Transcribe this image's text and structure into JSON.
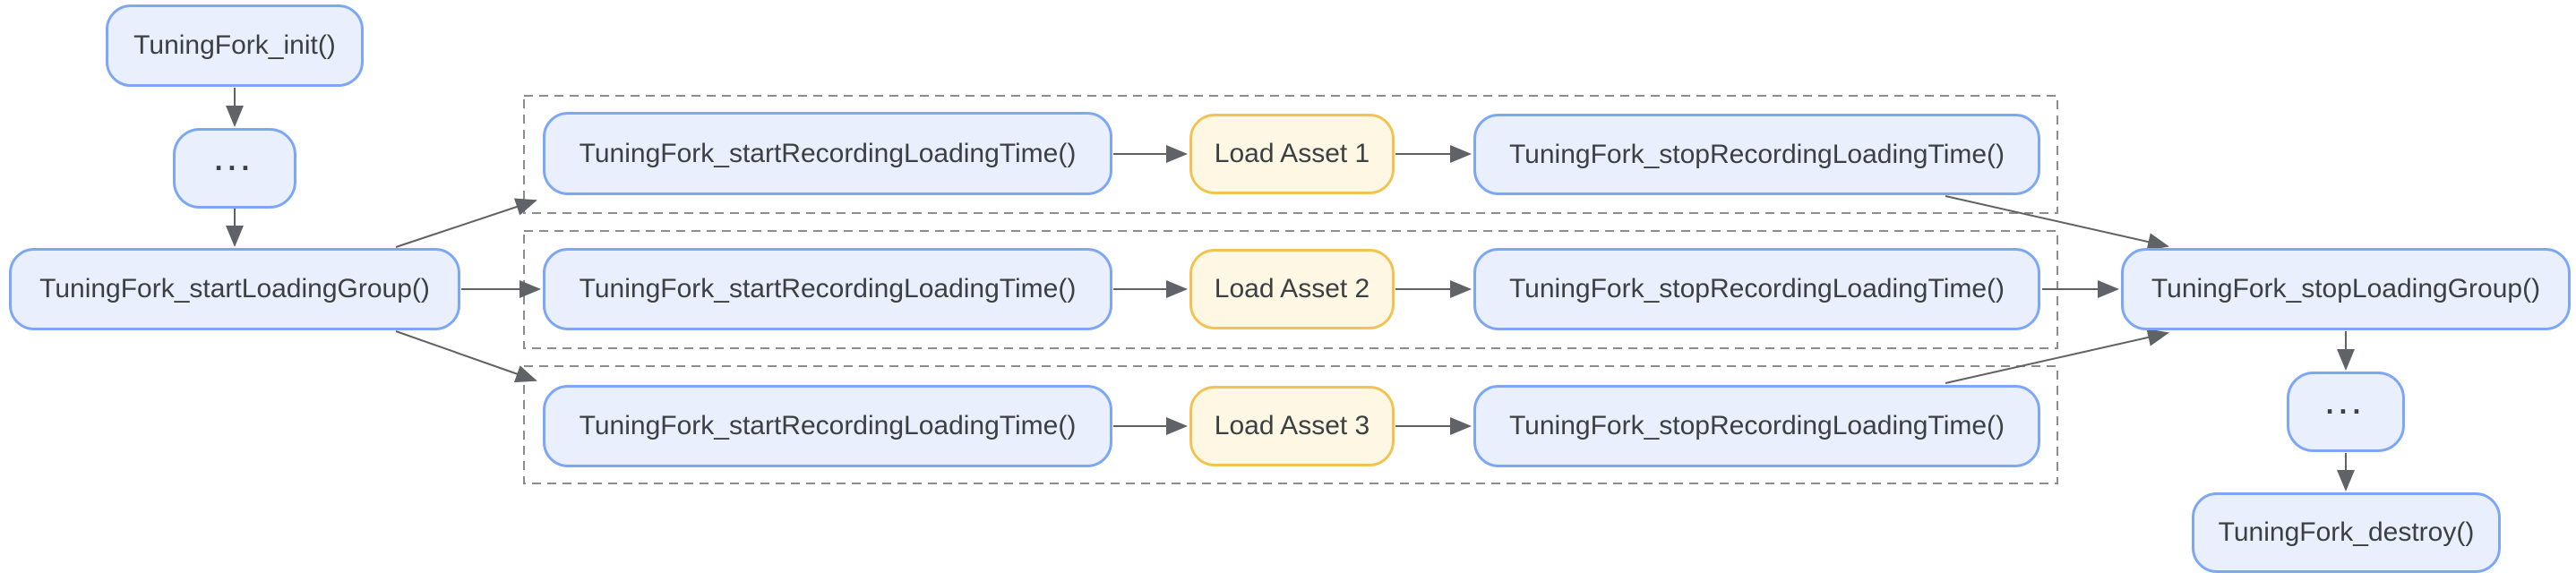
{
  "diagram": {
    "type": "flowchart",
    "nodes": {
      "init": "TuningFork_init()",
      "ellipsis_top": "...",
      "start_loading_group": "TuningFork_startLoadingGroup()",
      "stop_loading_group": "TuningFork_stopLoadingGroup()",
      "ellipsis_bottom": "...",
      "destroy": "TuningFork_destroy()"
    },
    "loading_groups": [
      {
        "start_recording": "TuningFork_startRecordingLoadingTime()",
        "load_asset": "Load Asset 1",
        "stop_recording": "TuningFork_stopRecordingLoadingTime()"
      },
      {
        "start_recording": "TuningFork_startRecordingLoadingTime()",
        "load_asset": "Load Asset 2",
        "stop_recording": "TuningFork_stopRecordingLoadingTime()"
      },
      {
        "start_recording": "TuningFork_startRecordingLoadingTime()",
        "load_asset": "Load Asset 3",
        "stop_recording": "TuningFork_stopRecordingLoadingTime()"
      }
    ],
    "colors": {
      "api_node_fill": "#e9effc",
      "api_node_border": "#7da7f4",
      "asset_node_fill": "#fdf7e4",
      "asset_node_border": "#f2c353",
      "group_outline": "#8c8c8c",
      "arrow": "#5f6368",
      "text": "#3c4043",
      "background": "#ffffff"
    }
  }
}
